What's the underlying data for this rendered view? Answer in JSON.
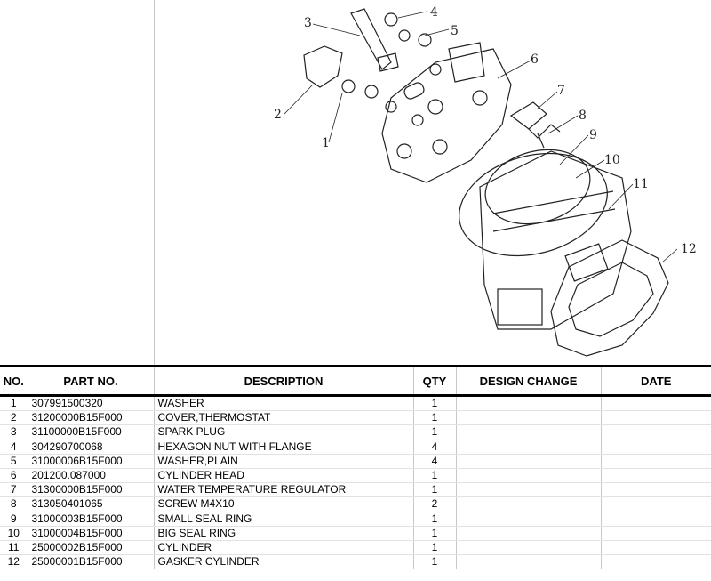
{
  "headers": {
    "no": "NO.",
    "part_no": "PART NO.",
    "description": "DESCRIPTION",
    "qty": "QTY",
    "design_change": "DESIGN CHANGE",
    "date": "DATE"
  },
  "rows": [
    {
      "no": "1",
      "part_no": "307991500320",
      "description": "WASHER",
      "qty": "1"
    },
    {
      "no": "2",
      "part_no": "31200000B15F000",
      "description": "COVER,THERMOSTAT",
      "qty": "1"
    },
    {
      "no": "3",
      "part_no": "31100000B15F000",
      "description": "SPARK PLUG",
      "qty": "1"
    },
    {
      "no": "4",
      "part_no": "304290700068",
      "description": "HEXAGON NUT WITH FLANGE",
      "qty": "4"
    },
    {
      "no": "5",
      "part_no": "31000006B15F000",
      "description": "WASHER,PLAIN",
      "qty": "4"
    },
    {
      "no": "6",
      "part_no": "201200.087000",
      "description": "CYLINDER HEAD",
      "qty": "1"
    },
    {
      "no": "7",
      "part_no": "31300000B15F000",
      "description": "WATER TEMPERATURE REGULATOR",
      "qty": "1"
    },
    {
      "no": "8",
      "part_no": "313050401065",
      "description": "SCREW M4X10",
      "qty": "2"
    },
    {
      "no": "9",
      "part_no": "31000003B15F000",
      "description": "SMALL SEAL RING",
      "qty": "1"
    },
    {
      "no": "10",
      "part_no": "31000004B15F000",
      "description": "BIG SEAL RING",
      "qty": "1"
    },
    {
      "no": "11",
      "part_no": "25000002B15F000",
      "description": "CYLINDER",
      "qty": "1"
    },
    {
      "no": "12",
      "part_no": "25000001B15F000",
      "description": "GASKER CYLINDER",
      "qty": "1"
    }
  ],
  "callouts": [
    "1",
    "2",
    "3",
    "4",
    "5",
    "6",
    "7",
    "8",
    "9",
    "10",
    "11",
    "12"
  ]
}
